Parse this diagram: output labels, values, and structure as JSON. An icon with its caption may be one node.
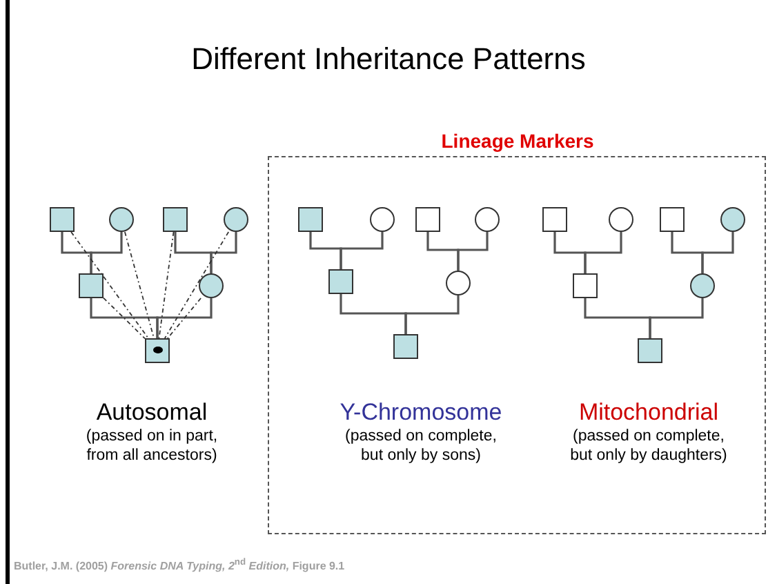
{
  "diagram": {
    "title": "Different Inheritance Patterns",
    "caption": "Butler, J.M. (2005) *Forensic DNA Typing, 2*$^{nd}$ *Edition,* Figure 9.1",
    "nodes": [
      {
        "text": [
          "Lineage Markers"
        ]
      },
      {
        "text": [],
        "shape": "box"
      },
      {
        "text": [],
        "shape": "circle"
      },
      {
        "text": [],
        "shape": "box"
      },
      {
        "text": [],
        "shape": "circle"
      },
      {
        "text": [],
        "shape": "box"
      },
      {
        "text": [],
        "shape": "circle"
      },
      {
        "text": [],
        "shape": "box"
      },
      {
        "text": [],
        "shape": "box",
        "in": 0
      },
      {
        "text": [],
        "shape": "circle",
        "in": 0
      },
      {
        "text": [],
        "shape": "box",
        "in": 0
      },
      {
        "text": [],
        "shape": "circle",
        "in": 0
      },
      {
        "text": [],
        "shape": "box",
        "in": 0
      },
      {
        "text": [],
        "shape": "circle",
        "in": 0
      },
      {
        "text": [],
        "shape": "box",
        "in": 0
      },
      {
        "text": [],
        "shape": "box",
        "in": 0
      },
      {
        "text": [],
        "shape": "circle",
        "in": 0
      },
      {
        "text": [],
        "shape": "box",
        "in": 0
      },
      {
        "text": [],
        "shape": "circle",
        "in": 0
      },
      {
        "text": [],
        "shape": "box",
        "in": 0
      },
      {
        "text": [],
        "shape": "circle",
        "in": 0
      },
      {
        "text": [],
        "shape": "box",
        "in": 0
      }
    ],
    "edges": [
      {
        "from": 1,
        "to": 5,
        "arrow": "none"
      },
      {
        "from": 2,
        "to": 5,
        "arrow": "none"
      },
      {
        "from": 3,
        "to": 6,
        "arrow": "none"
      },
      {
        "from": 4,
        "to": 6,
        "arrow": "none"
      },
      {
        "from": 5,
        "to": 7,
        "arrow": "none"
      },
      {
        "from": 6,
        "to": 7,
        "arrow": "none"
      },
      {
        "from": 1,
        "to": 7,
        "arrow": "none",
        "style": "dashed"
      },
      {
        "from": 2,
        "to": 7,
        "arrow": "none",
        "style": "dashed"
      },
      {
        "from": 3,
        "to": 7,
        "arrow": "none",
        "style": "dashed"
      },
      {
        "from": 4,
        "to": 7,
        "arrow": "none",
        "style": "dashed"
      },
      {
        "from": 5,
        "to": 7,
        "arrow": "none",
        "style": "dashed"
      },
      {
        "from": 6,
        "to": 7,
        "arrow": "none",
        "style": "dashed"
      },
      {
        "from": 8,
        "to": 12,
        "arrow": "none"
      },
      {
        "from": 9,
        "to": 12,
        "arrow": "none"
      },
      {
        "from": 10,
        "to": 13,
        "arrow": "none"
      },
      {
        "from": 11,
        "to": 13,
        "arrow": "none"
      },
      {
        "from": 12,
        "to": 14,
        "arrow": "none"
      },
      {
        "from": 13,
        "to": 14,
        "arrow": "none"
      },
      {
        "from": 15,
        "to": 19,
        "arrow": "none"
      },
      {
        "from": 16,
        "to": 19,
        "arrow": "none"
      },
      {
        "from": 17,
        "to": 20,
        "arrow": "none"
      },
      {
        "from": 18,
        "to": 20,
        "arrow": "none"
      },
      {
        "from": 19,
        "to": 21,
        "arrow": "none"
      },
      {
        "from": 20,
        "to": 21,
        "arrow": "none"
      }
    ],
    "labels": [
      "Autosomal",
      "(passed on in part, from all ancestors)",
      "Y-Chromosome",
      "(passed on complete, but only by sons)",
      "Mitochondrial",
      "(passed on complete, but only by daughters)"
    ]
  }
}
